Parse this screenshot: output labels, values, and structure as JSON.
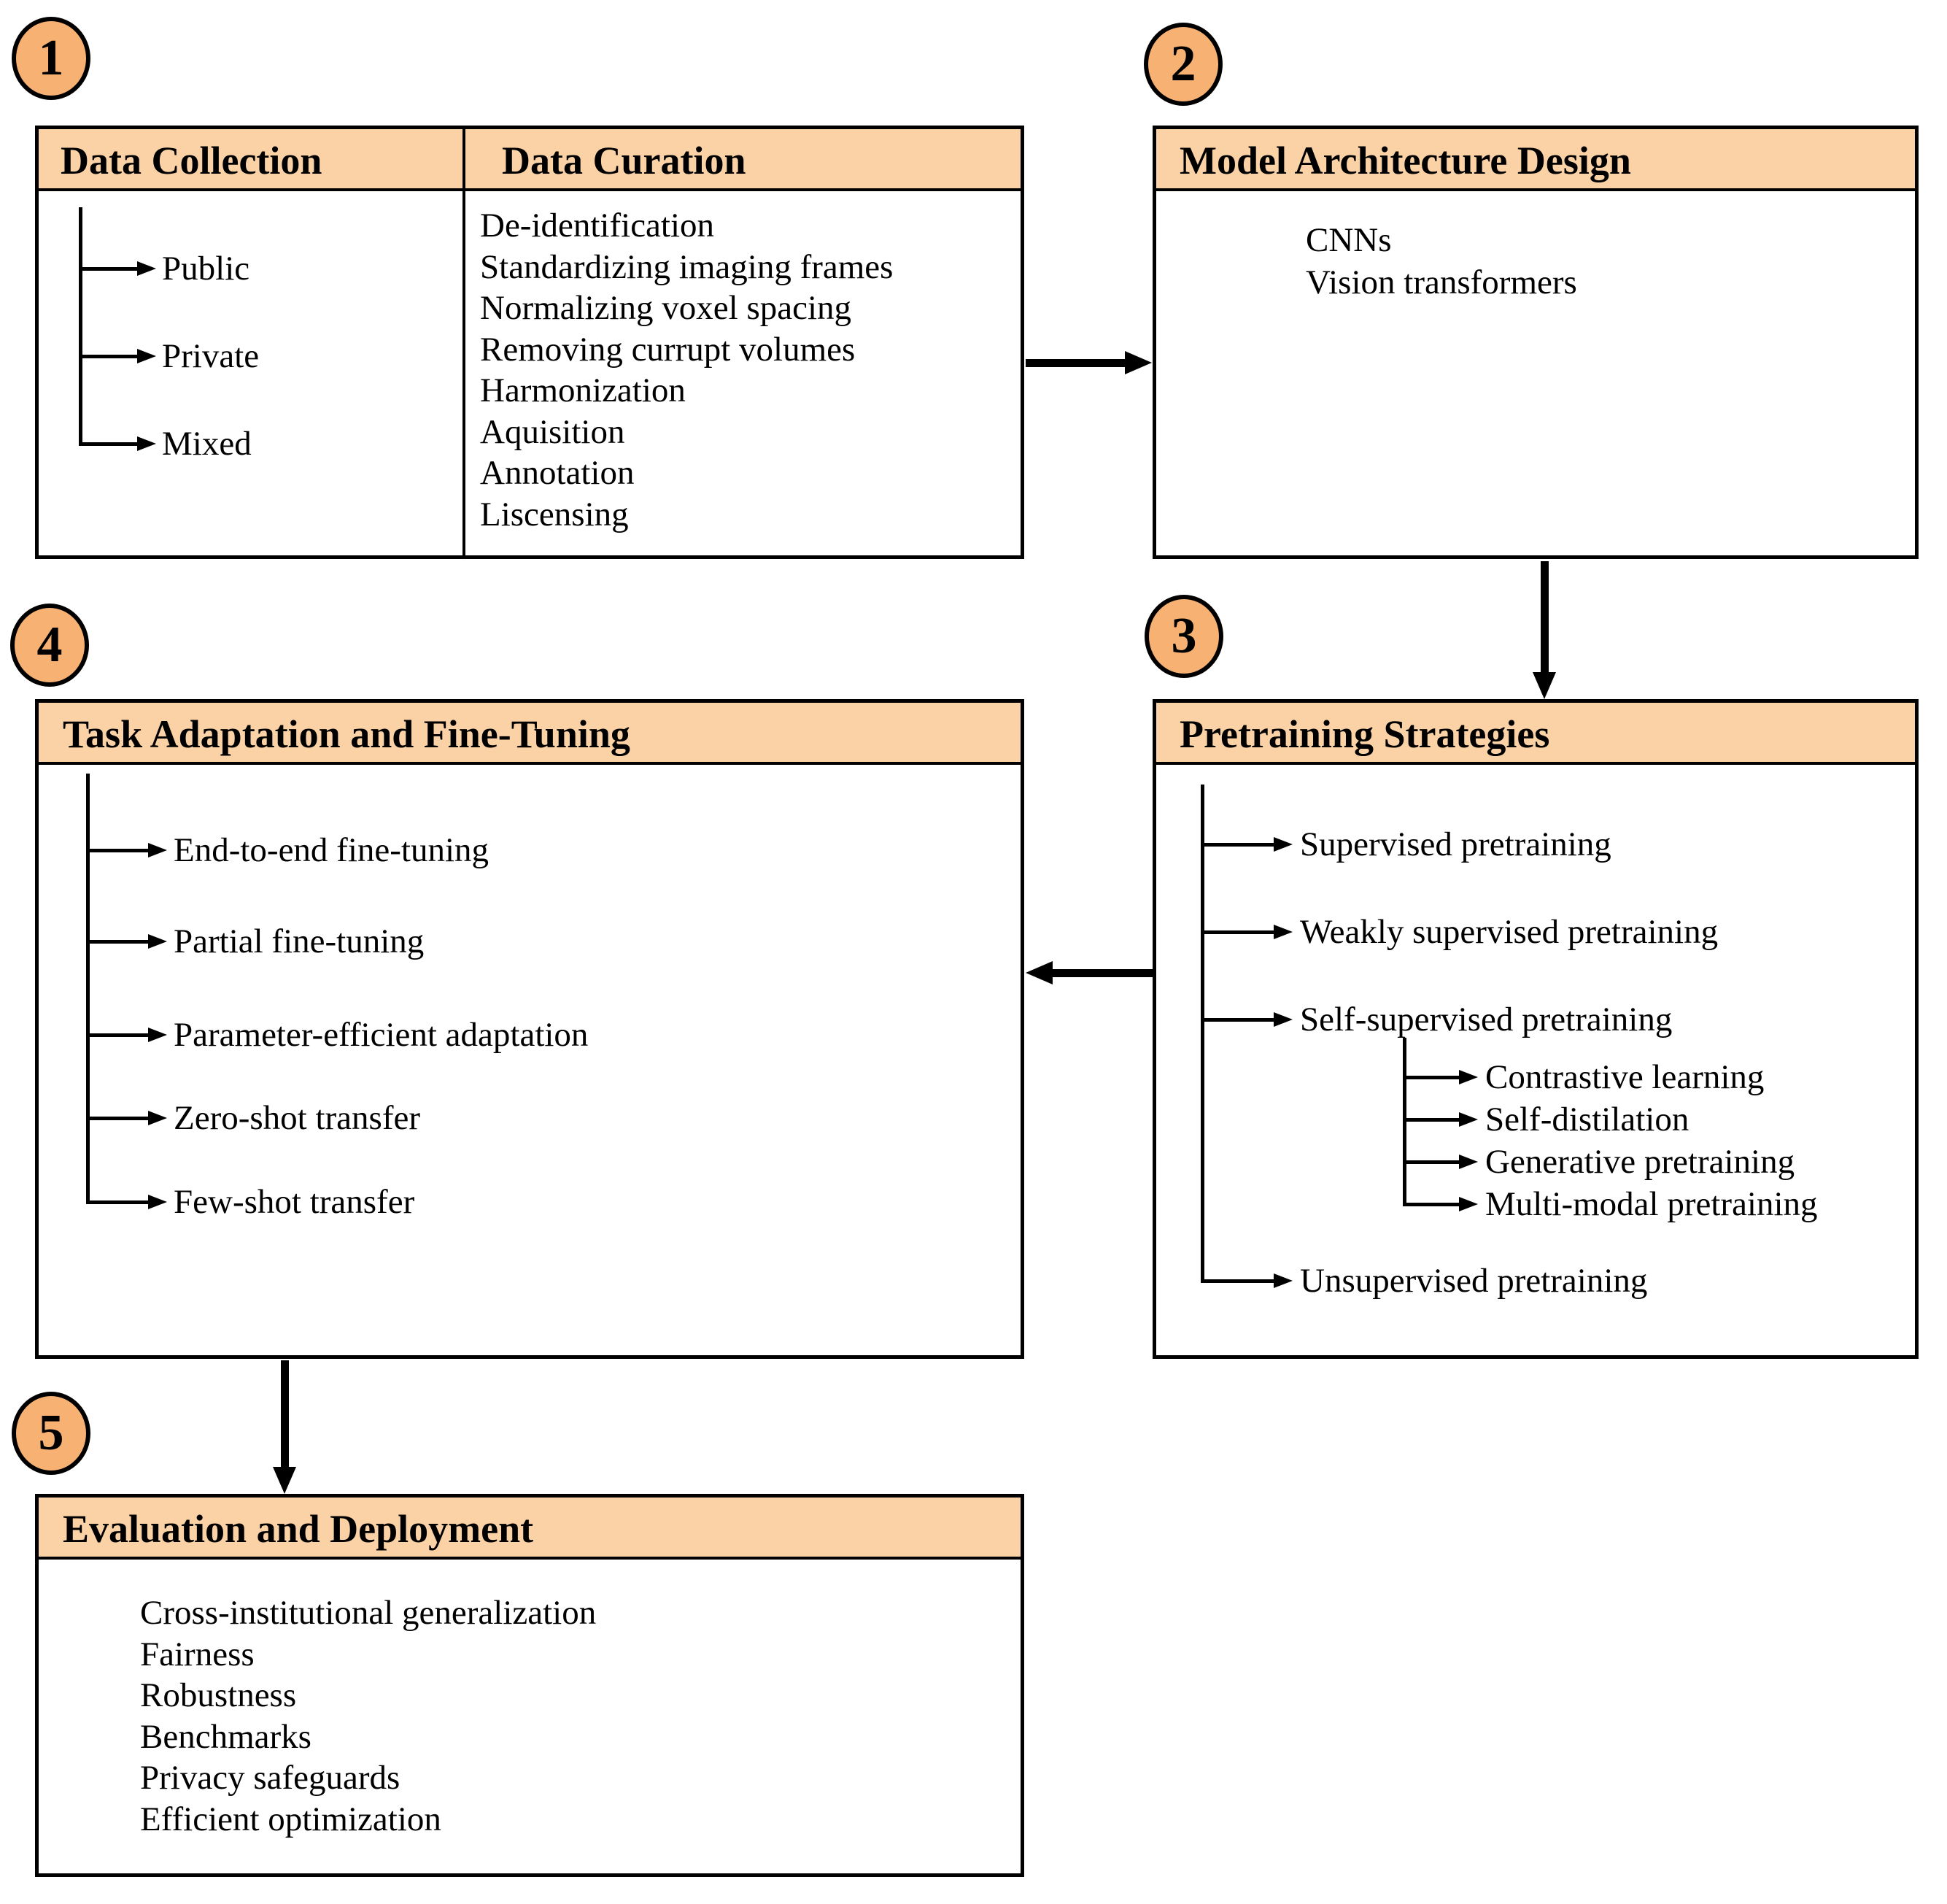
{
  "badges": [
    "1",
    "2",
    "3",
    "4",
    "5"
  ],
  "box1": {
    "header_left": "Data Collection",
    "header_right": "Data Curation",
    "collection_items": [
      "Public",
      "Private",
      "Mixed"
    ],
    "curation_items": [
      "De-identification",
      "Standardizing imaging frames",
      "Normalizing voxel spacing",
      "Removing currupt volumes",
      "Harmonization",
      "Aquisition",
      "Annotation",
      "Liscensing"
    ]
  },
  "box2": {
    "title": "Model Architecture Design",
    "items": [
      "CNNs",
      "Vision transformers"
    ]
  },
  "box3": {
    "title": "Pretraining Strategies",
    "items": [
      "Supervised pretraining",
      "Weakly supervised pretraining",
      "Self-supervised pretraining",
      "Unsupervised pretraining"
    ],
    "self_supervised_children": [
      "Contrastive learning",
      "Self-distilation",
      "Generative pretraining",
      "Multi-modal pretraining"
    ]
  },
  "box4": {
    "title": "Task Adaptation and Fine-Tuning",
    "items": [
      "End-to-end fine-tuning",
      "Partial fine-tuning",
      "Parameter-efficient adaptation",
      "Zero-shot transfer",
      "Few-shot transfer"
    ]
  },
  "box5": {
    "title": "Evaluation and Deployment",
    "items": [
      "Cross-institutional generalization",
      "Fairness",
      "Robustness",
      "Benchmarks",
      "Privacy safeguards",
      "Efficient optimization"
    ]
  },
  "colors": {
    "header_band": "#FBD2A6",
    "badge_fill": "#F6B173",
    "line": "#000000"
  }
}
